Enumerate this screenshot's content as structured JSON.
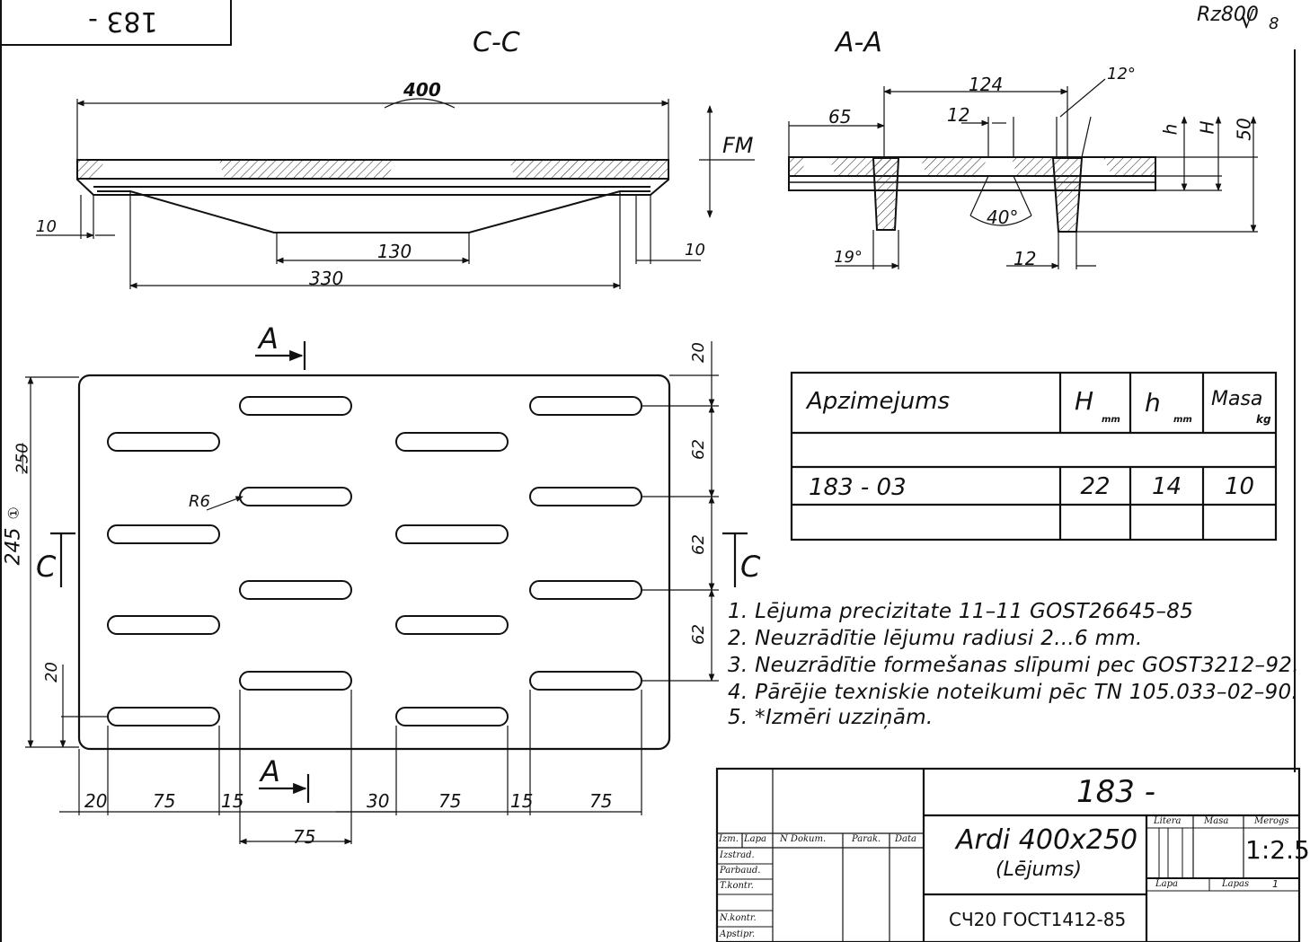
{
  "drawing": {
    "doc_number_corner": "183 -",
    "roughness": "Rz800",
    "roughness_sub": "8",
    "section_cc": {
      "title": "C-C",
      "dims": {
        "overall": "400",
        "bottom": "330",
        "flat": "130",
        "left_edge": "10",
        "right_edge": "10",
        "fm": "FM"
      }
    },
    "section_aa": {
      "title": "A-A",
      "dims": {
        "d124": "124",
        "d65": "65",
        "d12_top": "12",
        "angle12": "12°",
        "h": "h",
        "H": "H",
        "d50": "50",
        "angle40": "40°",
        "angle19": "19°",
        "d12_bot": "12"
      }
    },
    "plan": {
      "section_mark_a": "A",
      "section_mark_c": "C",
      "height_dim": "245",
      "height_mark": "①",
      "height_struck": "250",
      "r6": "R6",
      "left_20": "20",
      "right_dims": [
        "20",
        "62",
        "62",
        "62"
      ],
      "bottom_dims": [
        "20",
        "75",
        "15",
        "30",
        "75",
        "15",
        "75"
      ],
      "bottom_75": "75"
    }
  },
  "parts_table": {
    "headers": {
      "designation": "Apzimejums",
      "H": "H",
      "h": "h",
      "mass": "Masa",
      "unit_mm": "mm",
      "unit_kg": "kg"
    },
    "rows": [
      {
        "designation": "183 - 03",
        "H": "22",
        "h": "14",
        "mass": "10"
      }
    ]
  },
  "notes": [
    "1. Lējuma precizitate 11–11 GOST26645–85",
    "2. Neuzrādītie lējumu radiusi 2...6 mm.",
    "3. Neuzrādītie formešanas slīpumi pec GOST3212–92.",
    "4. Pārējie texniskie noteikumi pēc TN 105.033–02–90.",
    "5. *Izmēri uzziņām."
  ],
  "title_block": {
    "doc_number": "183 -",
    "name": "Ardi 400x250",
    "subtitle": "(Lējums)",
    "material": "СЧ20 ГОСТ1412-85",
    "col_headers": {
      "izm": "Izm.",
      "lapa": "Lapa",
      "n_dokum": "N Dokum.",
      "parak": "Parak.",
      "data": "Data"
    },
    "roles": [
      "Izstrad.",
      "Parbaud.",
      "T.kontr.",
      "N.kontr.",
      "Apstipr."
    ],
    "litera_label": "Litera",
    "masa_label": "Masa",
    "merogs_label": "Merogs",
    "scale": "1:2.5",
    "lapa_label": "Lapa",
    "lapas_label": "Lapas",
    "lapas_value": "1"
  }
}
